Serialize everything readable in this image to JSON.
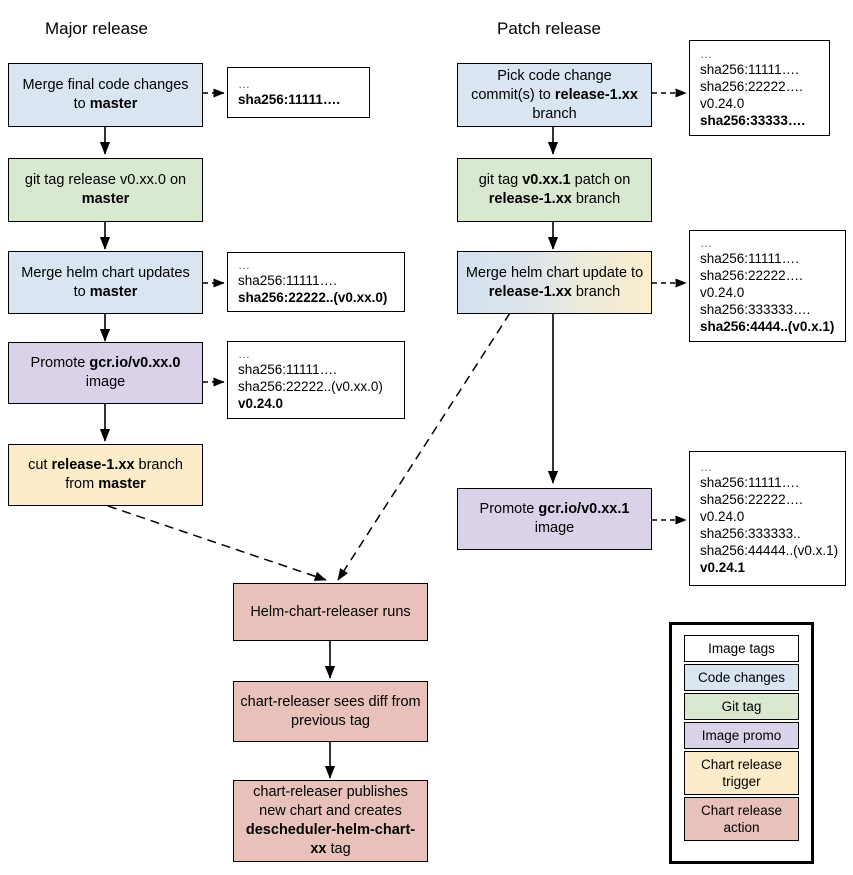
{
  "columns": {
    "major_title": "Major release",
    "patch_title": "Patch release"
  },
  "major": {
    "step1": {
      "pre": "Merge final code changes to ",
      "bold": "master",
      "post": ""
    },
    "step2": {
      "pre": "git tag release v0.xx.0 on ",
      "bold": "master",
      "post": ""
    },
    "step3": {
      "pre": "Merge helm chart updates to ",
      "bold": "master",
      "post": ""
    },
    "step4": {
      "pre": "Promote ",
      "bold": "gcr.io/v0.xx.0",
      "post": " image"
    },
    "step5": {
      "pre": "cut ",
      "bold": "release-1.xx",
      "post": " branch from ",
      "bold2": "master"
    }
  },
  "patch": {
    "step1": {
      "pre": "Pick code change commit(s) to ",
      "bold": "release-1.xx",
      "post": " branch"
    },
    "step2": {
      "pre": "git tag ",
      "bold": "v0.xx.1",
      "post": " patch on ",
      "bold2": "release-1.xx",
      "post2": " branch"
    },
    "step3": {
      "pre": "Merge helm chart update to ",
      "bold": "release-1.xx",
      "post": " branch"
    },
    "step4": {
      "pre": "Promote ",
      "bold": "gcr.io/v0.xx.1",
      "post": " image"
    }
  },
  "release_chain": {
    "step1": {
      "pre": "Helm-chart-releaser runs",
      "bold": "",
      "post": ""
    },
    "step2": {
      "pre": "chart-releaser sees diff from previous tag",
      "bold": "",
      "post": ""
    },
    "step3": {
      "pre": "chart-releaser publishes new chart and creates ",
      "bold": "descheduler-helm-chart-xx",
      "post": " tag"
    }
  },
  "infoboxes": {
    "major1": {
      "lines": [
        {
          "text": "…",
          "bold": false,
          "dots": true
        },
        {
          "text": "sha256:11111….",
          "bold": true,
          "dots": false
        }
      ]
    },
    "major3": {
      "lines": [
        {
          "text": "…",
          "bold": false,
          "dots": true
        },
        {
          "text": "sha256:11111….",
          "bold": false,
          "dots": false
        },
        {
          "text": "sha256:22222..(v0.xx.0)",
          "bold": true,
          "dots": false
        }
      ]
    },
    "major4": {
      "lines": [
        {
          "text": "…",
          "bold": false,
          "dots": true
        },
        {
          "text": "sha256:11111….",
          "bold": false,
          "dots": false
        },
        {
          "text": "sha256:22222..(v0.xx.0)",
          "bold": false,
          "dots": false
        },
        {
          "text": "v0.24.0",
          "bold": true,
          "dots": false
        }
      ]
    },
    "patch1": {
      "lines": [
        {
          "text": "…",
          "bold": false,
          "dots": true
        },
        {
          "text": "sha256:11111….",
          "bold": false,
          "dots": false
        },
        {
          "text": "sha256:22222….",
          "bold": false,
          "dots": false
        },
        {
          "text": "v0.24.0",
          "bold": false,
          "dots": false
        },
        {
          "text": "sha256:33333….",
          "bold": true,
          "dots": false
        }
      ]
    },
    "patch3": {
      "lines": [
        {
          "text": "…",
          "bold": false,
          "dots": true
        },
        {
          "text": "sha256:11111….",
          "bold": false,
          "dots": false
        },
        {
          "text": "sha256:22222….",
          "bold": false,
          "dots": false
        },
        {
          "text": "v0.24.0",
          "bold": false,
          "dots": false
        },
        {
          "text": "sha256:333333….",
          "bold": false,
          "dots": false
        },
        {
          "text": "sha256:4444..(v0.x.1)",
          "bold": true,
          "dots": false
        }
      ]
    },
    "patch4": {
      "lines": [
        {
          "text": "…",
          "bold": false,
          "dots": true
        },
        {
          "text": "sha256:11111….",
          "bold": false,
          "dots": false
        },
        {
          "text": "sha256:22222….",
          "bold": false,
          "dots": false
        },
        {
          "text": "v0.24.0",
          "bold": false,
          "dots": false
        },
        {
          "text": "sha256:333333..",
          "bold": false,
          "dots": false
        },
        {
          "text": "sha256:44444..(v0.x.1)",
          "bold": false,
          "dots": false
        },
        {
          "text": "v0.24.1",
          "bold": true,
          "dots": false
        }
      ]
    }
  },
  "legend": {
    "items": [
      {
        "label": "Image tags",
        "color": "#ffffff"
      },
      {
        "label": "Code changes",
        "color": "#d9e6f2"
      },
      {
        "label": "Git tag",
        "color": "#d9e8d0"
      },
      {
        "label": "Image promo",
        "color": "#d9d2e9"
      },
      {
        "label": "Chart release trigger",
        "color": "#fcecc9"
      },
      {
        "label": "Chart release action",
        "color": "#e8c2ba"
      }
    ]
  },
  "colors": {
    "code_changes": "#d9e6f2",
    "git_tag": "#d9e8d0",
    "image_promo": "#d9d2e9",
    "chart_trigger": "#fcecc9",
    "chart_action": "#e8c2ba",
    "image_tags": "#ffffff",
    "stroke": "#000000"
  }
}
